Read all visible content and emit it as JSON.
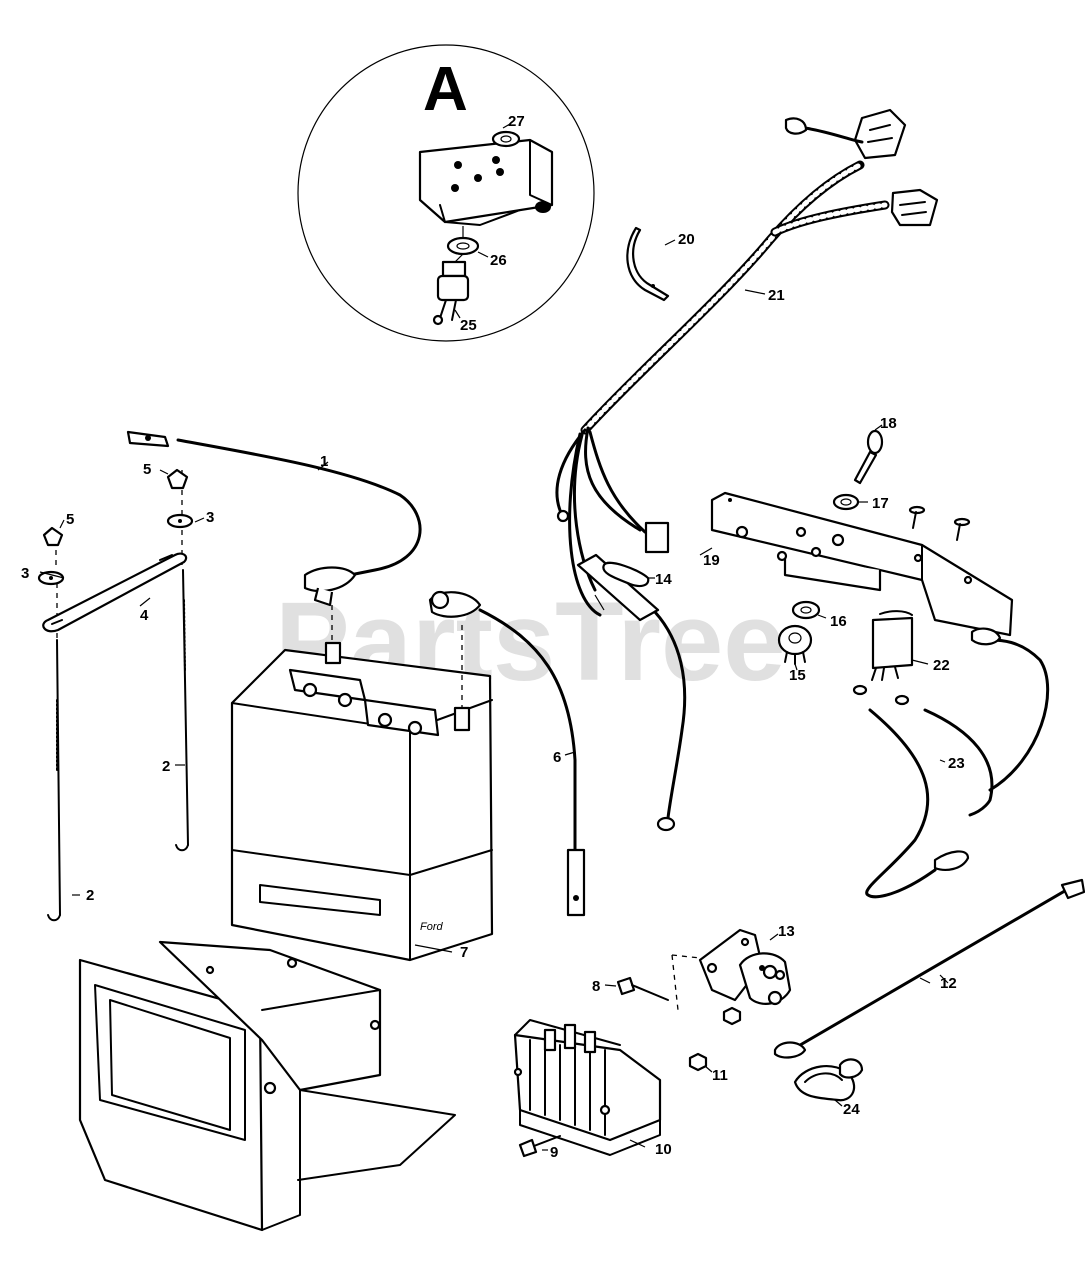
{
  "watermark": "PartsTree",
  "inset": {
    "label": "A"
  },
  "callouts": [
    "1",
    "2",
    "2",
    "3",
    "3",
    "4",
    "5",
    "5",
    "6",
    "7",
    "8",
    "9",
    "10",
    "11",
    "12",
    "13",
    "14",
    "15",
    "16",
    "17",
    "18",
    "19",
    "20",
    "21",
    "22",
    "23",
    "24",
    "25",
    "26",
    "27"
  ]
}
